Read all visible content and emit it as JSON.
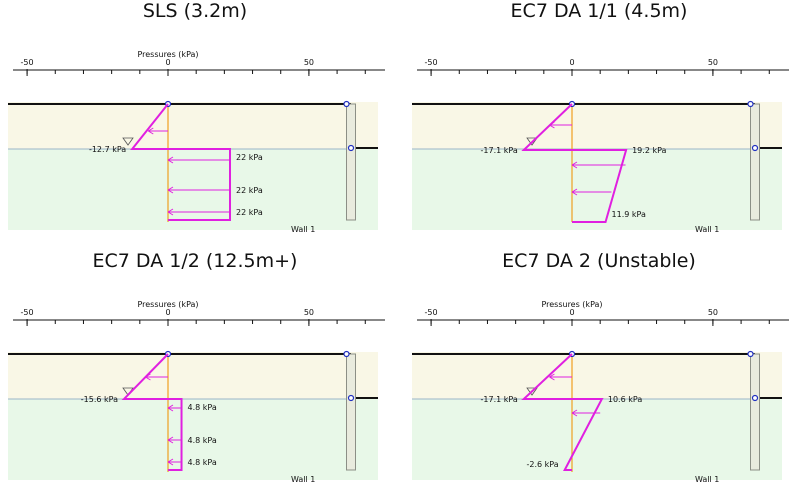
{
  "colors": {
    "upper_soil": "#f9f7e6",
    "lower_soil": "#e8f8e8",
    "pressure": "#e020e0",
    "wall_line": "#f0a020",
    "ground": "#111111",
    "water_line": "#9ab4c8",
    "node": "#2030c0"
  },
  "chart_data": [
    {
      "type": "pressure-diagram",
      "title": "SLS (3.2m)",
      "xlabel": "Pressures (kPa)",
      "xticks": [
        -50,
        0,
        50
      ],
      "xlim": [
        -55,
        77
      ],
      "labels": [
        {
          "text": "-12.7 kPa",
          "value": -12.7
        },
        {
          "text": "22 kPa",
          "value": 22
        },
        {
          "text": "22 kPa",
          "value": 22
        },
        {
          "text": "22 kPa",
          "value": 22
        }
      ],
      "caption": "Wall 1"
    },
    {
      "type": "pressure-diagram",
      "title": "EC7 DA 1/1 (4.5m)",
      "xlabel": "",
      "xticks": [
        -50,
        0,
        50
      ],
      "xlim": [
        -55,
        77
      ],
      "labels": [
        {
          "text": "-17.1 kPa",
          "value": -17.1
        },
        {
          "text": "19.2 kPa",
          "value": 19.2
        },
        {
          "text": "11.9 kPa",
          "value": 11.9
        }
      ],
      "caption": "Wall 1"
    },
    {
      "type": "pressure-diagram",
      "title": "EC7 DA 1/2 (12.5m+)",
      "xlabel": "Pressures (kPa)",
      "xticks": [
        -50,
        0,
        50
      ],
      "xlim": [
        -55,
        77
      ],
      "labels": [
        {
          "text": "-15.6 kPa",
          "value": -15.6
        },
        {
          "text": "4.8 kPa",
          "value": 4.8
        },
        {
          "text": "4.8 kPa",
          "value": 4.8
        },
        {
          "text": "4.8 kPa",
          "value": 4.8
        }
      ],
      "caption": "Wall 1"
    },
    {
      "type": "pressure-diagram",
      "title": "EC7 DA 2 (Unstable)",
      "xlabel": "Pressures (kPa)",
      "xticks": [
        -50,
        0,
        50
      ],
      "xlim": [
        -55,
        77
      ],
      "labels": [
        {
          "text": "-17.1 kPa",
          "value": -17.1
        },
        {
          "text": "10.6 kPa",
          "value": 10.6
        },
        {
          "text": "-2.6 kPa",
          "value": -2.6
        }
      ],
      "caption": "Wall 1"
    }
  ]
}
